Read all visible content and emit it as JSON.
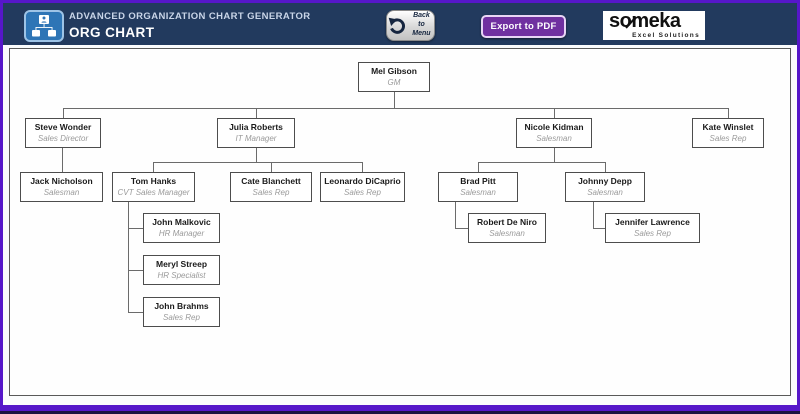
{
  "header": {
    "app_title": "ADVANCED ORGANIZATION CHART GENERATOR",
    "page_title": "ORG CHART",
    "back_button_line1": "Back to",
    "back_button_line2": "Menu",
    "export_button_label": "Export to PDF",
    "brand_name": "someka",
    "brand_tagline": "Excel Solutions"
  },
  "colors": {
    "frame_purple": "#5617C9",
    "header_navy": "#223A5E",
    "export_purple": "#7030A0",
    "icon_blue": "#2E75B6",
    "connector_gray": "#6b6b6b"
  },
  "org_chart": {
    "nodes": {
      "mel_gibson": {
        "name": "Mel Gibson",
        "title": "GM"
      },
      "steve_wonder": {
        "name": "Steve Wonder",
        "title": "Sales Director"
      },
      "julia_roberts": {
        "name": "Julia Roberts",
        "title": "IT Manager"
      },
      "nicole_kidman": {
        "name": "Nicole Kidman",
        "title": "Salesman"
      },
      "kate_winslet": {
        "name": "Kate Winslet",
        "title": "Sales Rep"
      },
      "jack_nicholson": {
        "name": "Jack Nicholson",
        "title": "Salesman"
      },
      "tom_hanks": {
        "name": "Tom Hanks",
        "title": "CVT Sales Manager"
      },
      "cate_blanchett": {
        "name": "Cate Blanchett",
        "title": "Sales Rep"
      },
      "leonardo_dicaprio": {
        "name": "Leonardo DiCaprio",
        "title": "Sales Rep"
      },
      "brad_pitt": {
        "name": "Brad Pitt",
        "title": "Salesman"
      },
      "johnny_depp": {
        "name": "Johnny Depp",
        "title": "Salesman"
      },
      "john_malkovic": {
        "name": "John Malkovic",
        "title": "HR Manager"
      },
      "meryl_streep": {
        "name": "Meryl Streep",
        "title": "HR Specialist"
      },
      "john_brahms": {
        "name": "John Brahms",
        "title": "Sales Rep"
      },
      "robert_de_niro": {
        "name": "Robert De Niro",
        "title": "Salesman"
      },
      "jennifer_lawrence": {
        "name": "Jennifer Lawrence",
        "title": "Sales Rep"
      }
    },
    "hierarchy": {
      "Mel Gibson": [
        "Steve Wonder",
        "Julia Roberts",
        "Nicole Kidman",
        "Kate Winslet"
      ],
      "Steve Wonder": [
        "Jack Nicholson"
      ],
      "Julia Roberts": [
        "Tom Hanks",
        "Cate Blanchett",
        "Leonardo DiCaprio"
      ],
      "Tom Hanks": [
        "John Malkovic",
        "Meryl Streep",
        "John Brahms"
      ],
      "Nicole Kidman": [
        "Brad Pitt",
        "Johnny Depp"
      ],
      "Brad Pitt": [
        "Robert De Niro"
      ],
      "Johnny Depp": [
        "Jennifer Lawrence"
      ]
    }
  }
}
